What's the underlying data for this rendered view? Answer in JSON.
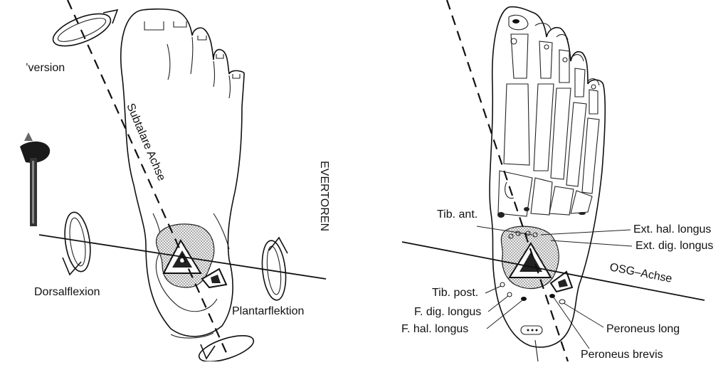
{
  "left_panel": {
    "inversion_label": "’version",
    "subtalar_axis_label": "Subtalare Achse",
    "evertoren_label": "EVERTOREN",
    "dorsalflexion_label": "Dorsalflexion",
    "plantarflexion_label": "Plantarflektion"
  },
  "right_panel": {
    "osg_axis_label": "OSG–Achse",
    "labels": {
      "tib_ant": "Tib. ant.",
      "tib_post": "Tib. post.",
      "f_dig_longus": "F. dig. longus",
      "f_hal_longus": "F. hal. longus",
      "ext_hal_longus": "Ext. hal. longus",
      "ext_dig_longus": "Ext. dig. longus",
      "peroneus_long": "Peroneus long",
      "peroneus_brevis": "Peroneus brevis"
    }
  }
}
